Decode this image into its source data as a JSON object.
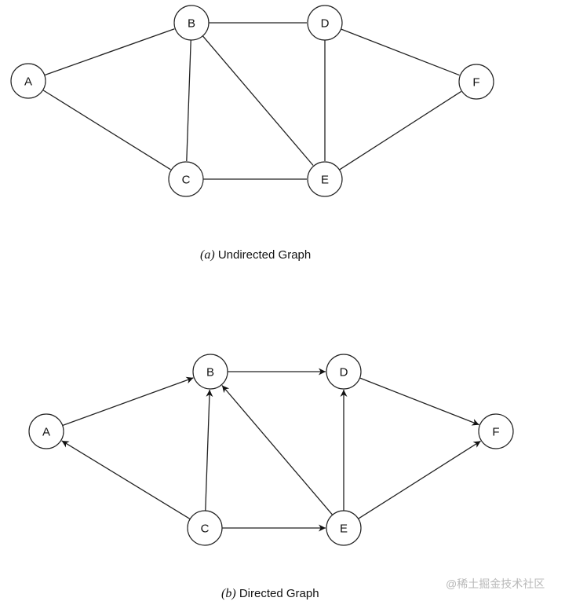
{
  "undirected": {
    "caption_label": "(a)",
    "caption_text": "Undirected Graph",
    "nodes": [
      "A",
      "B",
      "C",
      "D",
      "E",
      "F"
    ],
    "edges": [
      [
        "A",
        "B"
      ],
      [
        "A",
        "C"
      ],
      [
        "B",
        "C"
      ],
      [
        "B",
        "D"
      ],
      [
        "B",
        "E"
      ],
      [
        "C",
        "E"
      ],
      [
        "D",
        "E"
      ],
      [
        "D",
        "F"
      ],
      [
        "E",
        "F"
      ]
    ]
  },
  "directed": {
    "caption_label": "(b)",
    "caption_text": "Directed Graph",
    "nodes": [
      "A",
      "B",
      "C",
      "D",
      "E",
      "F"
    ],
    "edges": [
      [
        "A",
        "B"
      ],
      [
        "B",
        "D"
      ],
      [
        "D",
        "F"
      ],
      [
        "C",
        "A"
      ],
      [
        "C",
        "B"
      ],
      [
        "C",
        "E"
      ],
      [
        "E",
        "B"
      ],
      [
        "E",
        "D"
      ],
      [
        "E",
        "F"
      ]
    ]
  },
  "watermark": "@稀土掘金技术社区"
}
